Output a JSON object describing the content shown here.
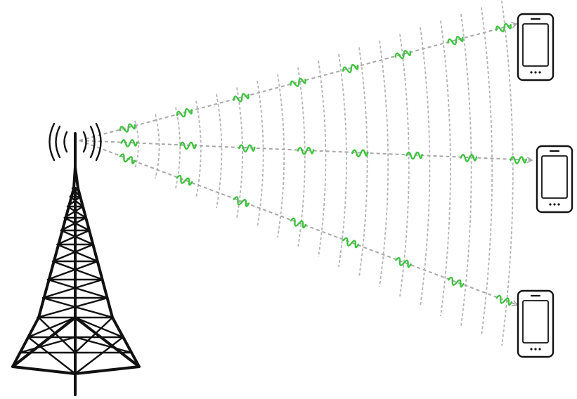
{
  "diagram": {
    "nodes": [
      {
        "name": "cell-tower",
        "icon": "cell-tower-icon"
      },
      {
        "name": "phone-top",
        "icon": "smartphone-icon"
      },
      {
        "name": "phone-middle",
        "icon": "smartphone-icon"
      },
      {
        "name": "phone-bottom",
        "icon": "smartphone-icon"
      }
    ],
    "links": [
      {
        "from": "cell-tower",
        "to": "phone-top",
        "style": "dashed-arrow"
      },
      {
        "from": "cell-tower",
        "to": "phone-middle",
        "style": "dashed-arrow"
      },
      {
        "from": "cell-tower",
        "to": "phone-bottom",
        "style": "dashed-arrow"
      }
    ],
    "signal_glyph": "squiggle-wave-icon",
    "wavefront_count": 19
  },
  "colors": {
    "tower": "#111111",
    "phone_outline": "#111111",
    "ray": "#a8a8a8",
    "wavefront": "#b4b4b4",
    "signal": "#3ec43e"
  }
}
